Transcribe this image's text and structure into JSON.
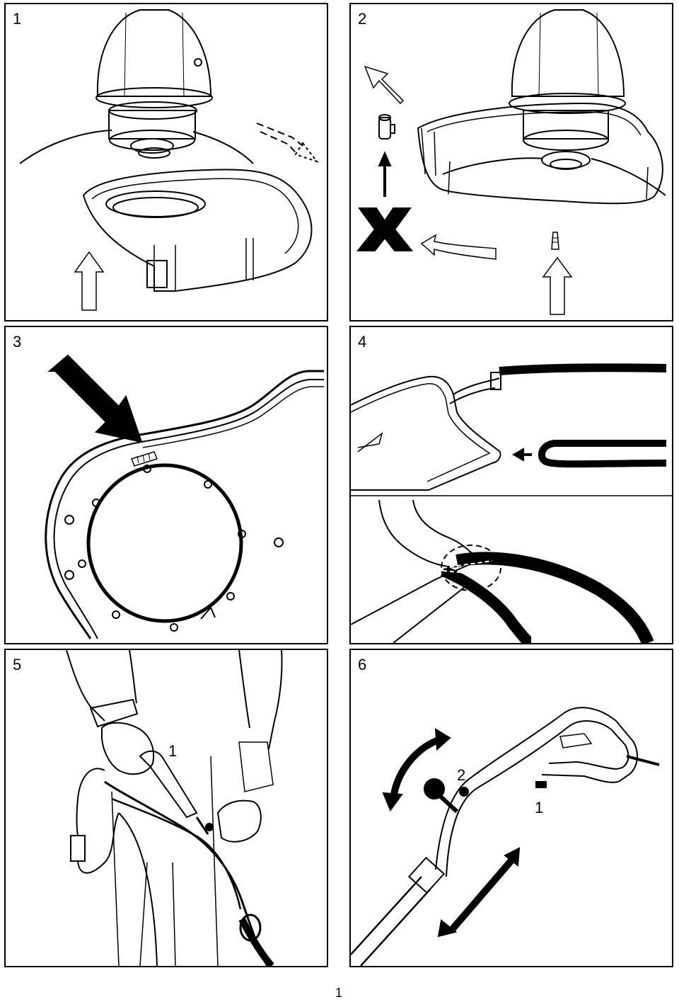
{
  "panels": [
    {
      "number": "1"
    },
    {
      "number": "2"
    },
    {
      "number": "3"
    },
    {
      "number": "4"
    },
    {
      "number": "5",
      "callouts": [
        "1"
      ]
    },
    {
      "number": "6",
      "callouts": [
        "2",
        "1"
      ]
    }
  ],
  "page_number": "1",
  "colors": {
    "line": "#000000",
    "background": "#ffffff",
    "fill_light": "#ffffff"
  }
}
